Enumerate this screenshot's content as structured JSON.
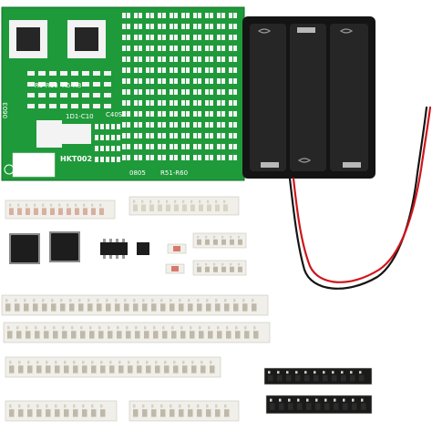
{
  "pcb": {
    "board_code": "HKT002",
    "labels": {
      "c40s": "C40S",
      "r51": "R51-R60",
      "d805": "0805",
      "d603": "0603",
      "r9": "R9-R10",
      "r5": "R5-R8",
      "d1c1": "1D1-C10"
    }
  },
  "colors": {
    "pcb_green": "#1f9a3a",
    "tape_white": "#f1efe9",
    "chip_black": "#1d1d1d",
    "wire_red": "#d0151b",
    "wire_black": "#151515"
  }
}
